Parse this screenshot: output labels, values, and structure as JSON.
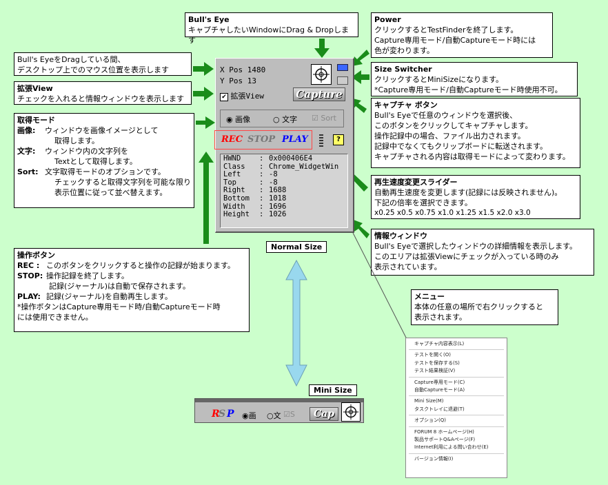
{
  "callouts": {
    "bulls_eye": {
      "title": "Bull's Eye",
      "body": "キャプチャしたいWindowにDrag & Dropします"
    },
    "power": {
      "title": "Power",
      "lines": [
        "クリックするとTestFinderを終了します。",
        "Capture専用モード/自動Captureモード時には",
        "色が変わります。"
      ]
    },
    "drag_pos": {
      "lines": [
        "Bull's EyeをDragしている間、",
        "デスクトップ上でのマウス位置を表示します"
      ]
    },
    "size_switcher": {
      "title": "Size Switcher",
      "lines": [
        "クリックするとMiniSizeになります。",
        "*Capture専用モード/自動Captureモード時使用不可。"
      ]
    },
    "kakucho": {
      "title": "拡張View",
      "body": "チェックを入れると情報ウィンドウを表示します"
    },
    "capture_btn": {
      "title": "キャプチャ ボタン",
      "lines": [
        "Bull's Eyeで任意のウィンドウを選択後、",
        "このボタンをクリックしてキャプチャします。",
        "操作記録中の場合、ファイル出力されます。",
        "記録中でなくてもクリップボードに転送されます。",
        "キャプチャされる内容は取得モードによって変わります。"
      ]
    },
    "mode": {
      "title": "取得モード",
      "lines": [
        {
          "k": "画像:",
          "v": "ウィンドウを画像イメージとして"
        },
        {
          "k": "",
          "v": "取得します。"
        },
        {
          "k": "文字:",
          "v": "ウィンドウ内の文字列を"
        },
        {
          "k": "",
          "v": "Textとして取得します。"
        },
        {
          "k": "Sort:",
          "v": "文字取得モードのオプションです。"
        },
        {
          "k": "",
          "v": "チェックすると取得文字列を可能な限り"
        },
        {
          "k": "",
          "v": "表示位置に従って並べ替えます。"
        }
      ]
    },
    "speed": {
      "title": "再生速度変更スライダー",
      "lines": [
        "自動再生速度を変更します(記録には反映されません)。",
        "下記の倍率を選択できます。",
        "x0.25 x0.5 x0.75 x1.0 x1.25 x1.5 x2.0 x3.0"
      ]
    },
    "info": {
      "title": "情報ウィンドウ",
      "lines": [
        "Bull's Eyeで選択したウィンドウの詳細情報を表示します。",
        "このエリアは拡張Viewにチェックが入っている時のみ",
        "表示されています。"
      ]
    },
    "ops": {
      "title": "操作ボタン",
      "lines": [
        {
          "k": "REC  :",
          "v": "このボタンをクリックすると操作の記録が始まります。"
        },
        {
          "k": "STOP:",
          "v": "操作記録を終了します。"
        },
        {
          "k": "",
          "v": "記録(ジャーナル)は自動で保存されます。"
        },
        {
          "k": "PLAY:",
          "v": "記録(ジャーナル)を自動再生します。"
        },
        {
          "k": "",
          "v": "*操作ボタンはCapture専用モード時/自動Captureモード時"
        },
        {
          "k": "",
          "v": "には使用できません。"
        }
      ]
    },
    "menu": {
      "title": "メニュー",
      "lines": [
        "本体の任意の場所で右クリックすると",
        "表示されます。"
      ]
    }
  },
  "labels": {
    "normal": "Normal Size",
    "mini": "Mini Size"
  },
  "tool": {
    "xpos": "X Pos 1480",
    "ypos": "Y Pos 13",
    "kakucho_view": "拡張View",
    "capture": "Capture",
    "mode_image": "画像",
    "mode_text": "文字",
    "sort": "Sort",
    "rec": "REC",
    "stop": "STOP",
    "play": "PLAY",
    "help": "?",
    "info": [
      {
        "k": "HWND",
        "v": "0x000406E4"
      },
      {
        "k": "Class",
        "v": "Chrome_WidgetWin"
      },
      {
        "k": "Left",
        "v": "-8"
      },
      {
        "k": "Top",
        "v": "-8"
      },
      {
        "k": "Right",
        "v": "1688"
      },
      {
        "k": "Bottom",
        "v": "1018"
      },
      {
        "k": "Width",
        "v": "1696"
      },
      {
        "k": "Height",
        "v": "1026"
      }
    ]
  },
  "mini": {
    "r": "R",
    "s": "S",
    "p": "P",
    "image": "画",
    "text": "文",
    "s2": "S",
    "cap": "Cap"
  },
  "menu_items": [
    "キャプチャ内容表示(L)",
    "-",
    "テストを開く(O)",
    "テストを保存する(S)",
    "テスト結果検証(V)",
    "-",
    "Capture専用モード(C)",
    "自動Captureモード(A)",
    "-",
    "Mini Size(M)",
    "タスクトレイに退避(T)",
    "-",
    "オプション(Q)",
    "-",
    "FORUM 8 ホームページ(H)",
    "製品サポートQ&Aページ(F)",
    "Internet利用による問い合わせ(E)",
    "-",
    "バージョン情報(I)"
  ],
  "colors": {
    "bg": "#ccffcc",
    "arrow": "#1a8c1a",
    "rec": "#ff0000",
    "play": "#0000ff",
    "bidir": "#99d8ee"
  }
}
